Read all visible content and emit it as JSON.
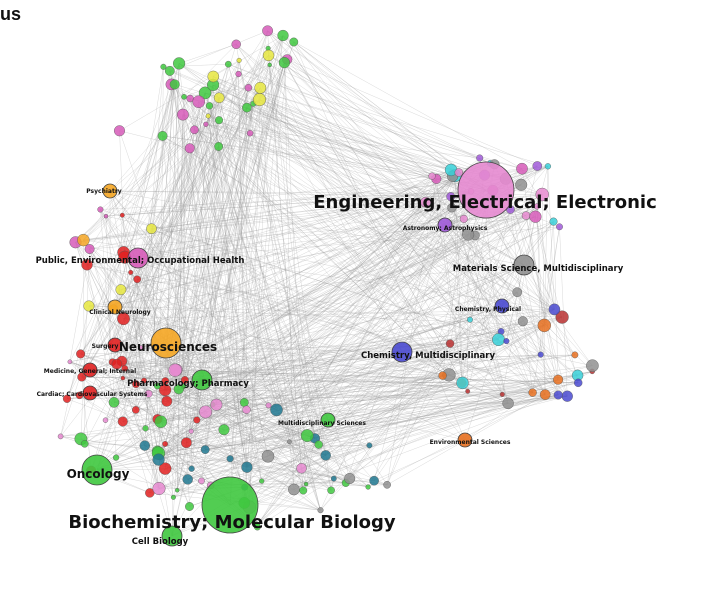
{
  "corner_label": "us",
  "colors": {
    "edge": "#9a9a9a",
    "red": "#e02020",
    "green": "#3fc83f",
    "orange": "#f5a623",
    "pink": "#e68ad0",
    "magenta": "#d65bb8",
    "purple": "#a05ad8",
    "blue": "#4a4ad0",
    "gray": "#909090",
    "cyan": "#38d0d8",
    "yellow": "#e6e640",
    "darkred": "#b83030",
    "orange2": "#e87020",
    "teal": "#207890"
  },
  "labeled_nodes": [
    {
      "id": "eng",
      "label": "Engineering, Electrical; Electronic",
      "color": "pink",
      "size": "xl"
    },
    {
      "id": "bio",
      "label": "Biochemistry; Molecular Biology",
      "color": "green",
      "size": "xl"
    },
    {
      "id": "neuro",
      "label": "Neurosciences",
      "color": "orange",
      "size": "l"
    },
    {
      "id": "onco",
      "label": "Oncology",
      "color": "green",
      "size": "l"
    },
    {
      "id": "chemmulti",
      "label": "Chemistry, Multidisciplinary",
      "color": "blue",
      "size": "m"
    },
    {
      "id": "pharm",
      "label": "Pharmacology; Pharmacy",
      "color": "green",
      "size": "m"
    },
    {
      "id": "cell",
      "label": "Cell Biology",
      "color": "green",
      "size": "m"
    },
    {
      "id": "public",
      "label": "Public, Environmental; Occupational Health",
      "color": "magenta",
      "size": "m"
    },
    {
      "id": "matsci",
      "label": "Materials Science, Multidisciplinary",
      "color": "gray",
      "size": "m"
    },
    {
      "id": "chemphys",
      "label": "Chemistry, Physical",
      "color": "blue",
      "size": "s"
    },
    {
      "id": "multisci",
      "label": "Multidisciplinary Sciences",
      "color": "green",
      "size": "s"
    },
    {
      "id": "envsci",
      "label": "Environmental Sciences",
      "color": "orange2",
      "size": "s"
    },
    {
      "id": "clinneuro",
      "label": "Clinical Neurology",
      "color": "orange",
      "size": "s"
    },
    {
      "id": "surgery",
      "label": "Surgery",
      "color": "red",
      "size": "s"
    },
    {
      "id": "medgen",
      "label": "Medicine, General; Internal",
      "color": "red",
      "size": "s"
    },
    {
      "id": "cardio",
      "label": "Cardiac; Cardiovascular Systems",
      "color": "red",
      "size": "s"
    },
    {
      "id": "astro",
      "label": "Astronomy; Astrophysics",
      "color": "purple",
      "size": "s"
    },
    {
      "id": "psych",
      "label": "Psychiatry",
      "color": "orange",
      "size": "s"
    }
  ]
}
